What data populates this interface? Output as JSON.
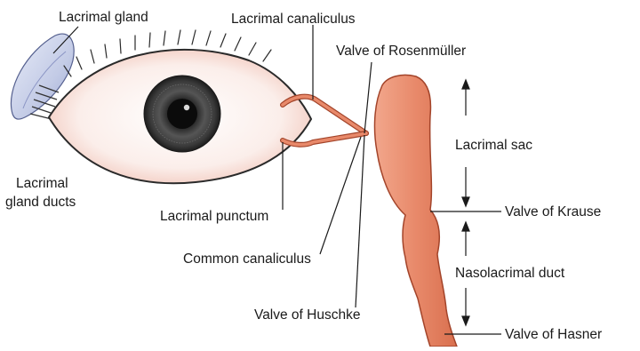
{
  "labels": {
    "lacrimal_gland": "Lacrimal gland",
    "lacrimal_canaliculus": "Lacrimal canaliculus",
    "valve_rosenmuller": "Valve of Rosenmüller",
    "lacrimal_sac": "Lacrimal sac",
    "lacrimal_gland_ducts_line1": "Lacrimal",
    "lacrimal_gland_ducts_line2": "gland ducts",
    "lacrimal_punctum": "Lacrimal punctum",
    "valve_krause": "Valve of Krause",
    "common_canaliculus": "Common canaliculus",
    "nasolacrimal_duct": "Nasolacrimal duct",
    "valve_huschke": "Valve of Huschke",
    "valve_hasner": "Valve of Hasner"
  },
  "colors": {
    "duct_fill": "#e8896a",
    "duct_stroke": "#a3442a",
    "eye_sclera": "#fbeeea",
    "iris": "#3a3a3a",
    "gland": "#c3cbe6"
  }
}
